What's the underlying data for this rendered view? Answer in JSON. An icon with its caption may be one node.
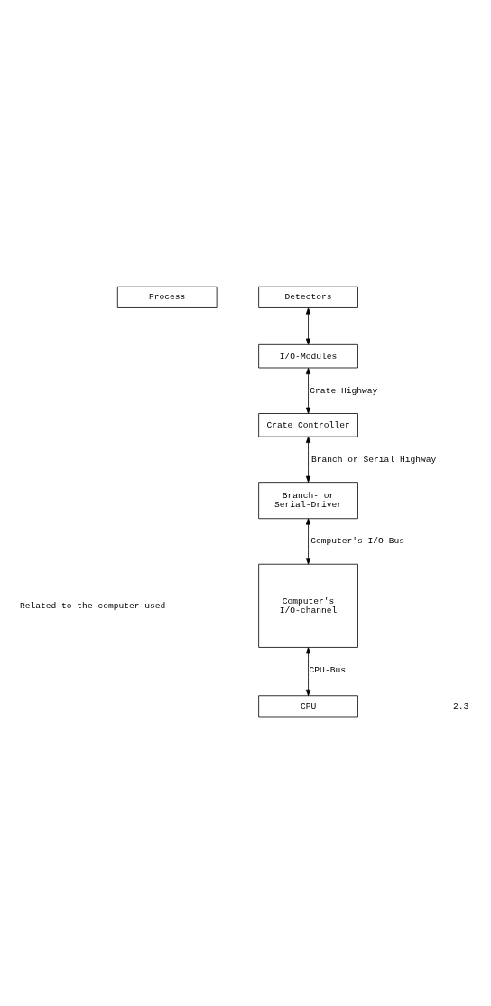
{
  "diagram": {
    "nodes": [
      {
        "text": [
          "Process"
        ]
      },
      {
        "text": [
          "Detectors"
        ]
      },
      {
        "text": [
          "I/O-Modules"
        ]
      },
      {
        "text": [
          "Crate Controller"
        ]
      },
      {
        "text": [
          "Branch- or Serial-Driver"
        ]
      },
      {
        "text": [
          "Computer's I/O-channel"
        ]
      },
      {
        "text": [
          "CPU"
        ]
      }
    ],
    "edges": [
      {
        "from": 1,
        "to": 2,
        "arrow": "both"
      },
      {
        "from": 2,
        "to": 3,
        "arrow": "both",
        "label": "Crate Highway"
      },
      {
        "from": 3,
        "to": 4,
        "arrow": "both",
        "label": "Branch or Serial Highway"
      },
      {
        "from": 4,
        "to": 5,
        "arrow": "both",
        "label": "Computer's I/O-Bus"
      },
      {
        "from": 5,
        "to": 6,
        "arrow": "both",
        "label": "CPU-Bus"
      }
    ],
    "labels": [
      "Related to the computer used",
      "2.3"
    ]
  }
}
